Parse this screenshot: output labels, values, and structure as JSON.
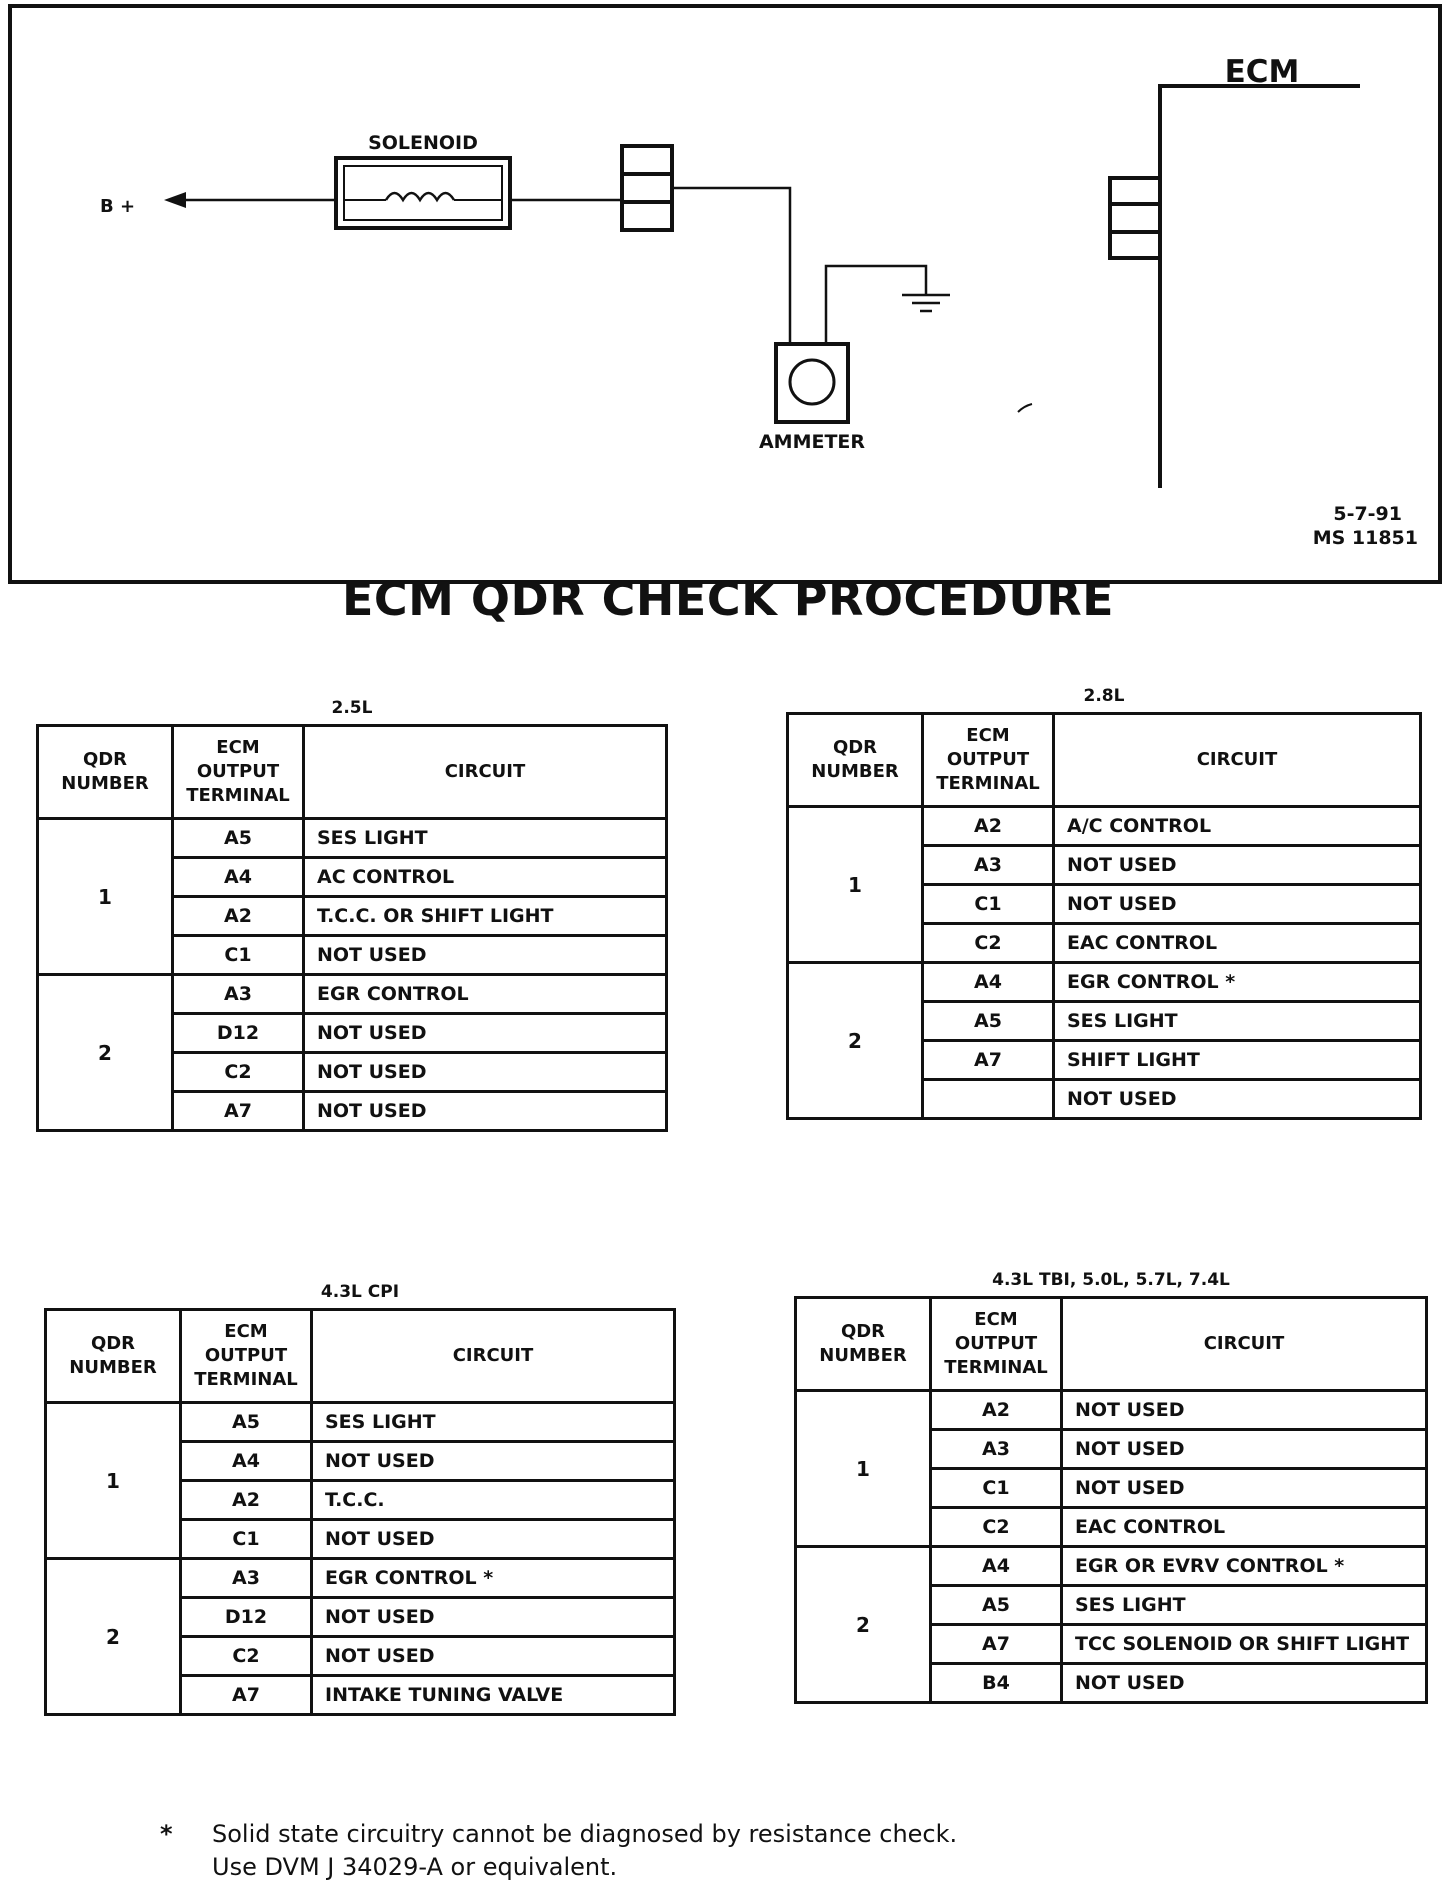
{
  "diagram": {
    "solenoid_label": "SOLENOID",
    "bplus_label": "B +",
    "ecm_label": "ECM",
    "ammeter_label": "AMMETER",
    "code_date": "5-7-91",
    "code_ms": "MS 11851"
  },
  "page_title": "ECM QDR CHECK PROCEDURE",
  "headers": {
    "qdr_line1": "QDR",
    "qdr_line2": "NUMBER",
    "ecm_line1": "ECM",
    "ecm_line2": "OUTPUT",
    "ecm_line3": "TERMINAL",
    "circuit": "CIRCUIT"
  },
  "tables": [
    {
      "title": "2.5L",
      "groups": [
        {
          "qdr": "1",
          "rows": [
            {
              "terminal": "A5",
              "circuit": "SES LIGHT"
            },
            {
              "terminal": "A4",
              "circuit": "AC CONTROL"
            },
            {
              "terminal": "A2",
              "circuit": "T.C.C. OR SHIFT LIGHT"
            },
            {
              "terminal": "C1",
              "circuit": "NOT USED"
            }
          ]
        },
        {
          "qdr": "2",
          "rows": [
            {
              "terminal": "A3",
              "circuit": "EGR CONTROL"
            },
            {
              "terminal": "D12",
              "circuit": "NOT USED"
            },
            {
              "terminal": "C2",
              "circuit": "NOT USED"
            },
            {
              "terminal": "A7",
              "circuit": "NOT USED"
            }
          ]
        }
      ]
    },
    {
      "title": "2.8L",
      "groups": [
        {
          "qdr": "1",
          "rows": [
            {
              "terminal": "A2",
              "circuit": "A/C CONTROL"
            },
            {
              "terminal": "A3",
              "circuit": "NOT USED"
            },
            {
              "terminal": "C1",
              "circuit": "NOT USED"
            },
            {
              "terminal": "C2",
              "circuit": "EAC CONTROL"
            }
          ]
        },
        {
          "qdr": "2",
          "rows": [
            {
              "terminal": "A4",
              "circuit": "EGR CONTROL *"
            },
            {
              "terminal": "A5",
              "circuit": "SES LIGHT"
            },
            {
              "terminal": "A7",
              "circuit": "SHIFT LIGHT"
            },
            {
              "terminal": "",
              "circuit": "NOT USED"
            }
          ]
        }
      ]
    },
    {
      "title": "4.3L CPI",
      "groups": [
        {
          "qdr": "1",
          "rows": [
            {
              "terminal": "A5",
              "circuit": "SES LIGHT"
            },
            {
              "terminal": "A4",
              "circuit": "NOT USED"
            },
            {
              "terminal": "A2",
              "circuit": "T.C.C."
            },
            {
              "terminal": "C1",
              "circuit": "NOT USED"
            }
          ]
        },
        {
          "qdr": "2",
          "rows": [
            {
              "terminal": "A3",
              "circuit": "EGR CONTROL *"
            },
            {
              "terminal": "D12",
              "circuit": "NOT USED"
            },
            {
              "terminal": "C2",
              "circuit": "NOT USED"
            },
            {
              "terminal": "A7",
              "circuit": "INTAKE TUNING VALVE"
            }
          ]
        }
      ]
    },
    {
      "title": "4.3L TBI, 5.0L, 5.7L, 7.4L",
      "groups": [
        {
          "qdr": "1",
          "rows": [
            {
              "terminal": "A2",
              "circuit": "NOT USED"
            },
            {
              "terminal": "A3",
              "circuit": "NOT USED"
            },
            {
              "terminal": "C1",
              "circuit": "NOT USED"
            },
            {
              "terminal": "C2",
              "circuit": "EAC CONTROL"
            }
          ]
        },
        {
          "qdr": "2",
          "rows": [
            {
              "terminal": "A4",
              "circuit": "EGR OR EVRV CONTROL *"
            },
            {
              "terminal": "A5",
              "circuit": "SES LIGHT"
            },
            {
              "terminal": "A7",
              "circuit": "TCC SOLENOID OR SHIFT LIGHT"
            },
            {
              "terminal": "B4",
              "circuit": "NOT USED"
            }
          ]
        }
      ]
    }
  ],
  "footnote": {
    "marker": "*",
    "line1": "Solid state circuitry cannot be diagnosed by resistance check.",
    "line2": "Use DVM J 34029-A or equivalent."
  }
}
